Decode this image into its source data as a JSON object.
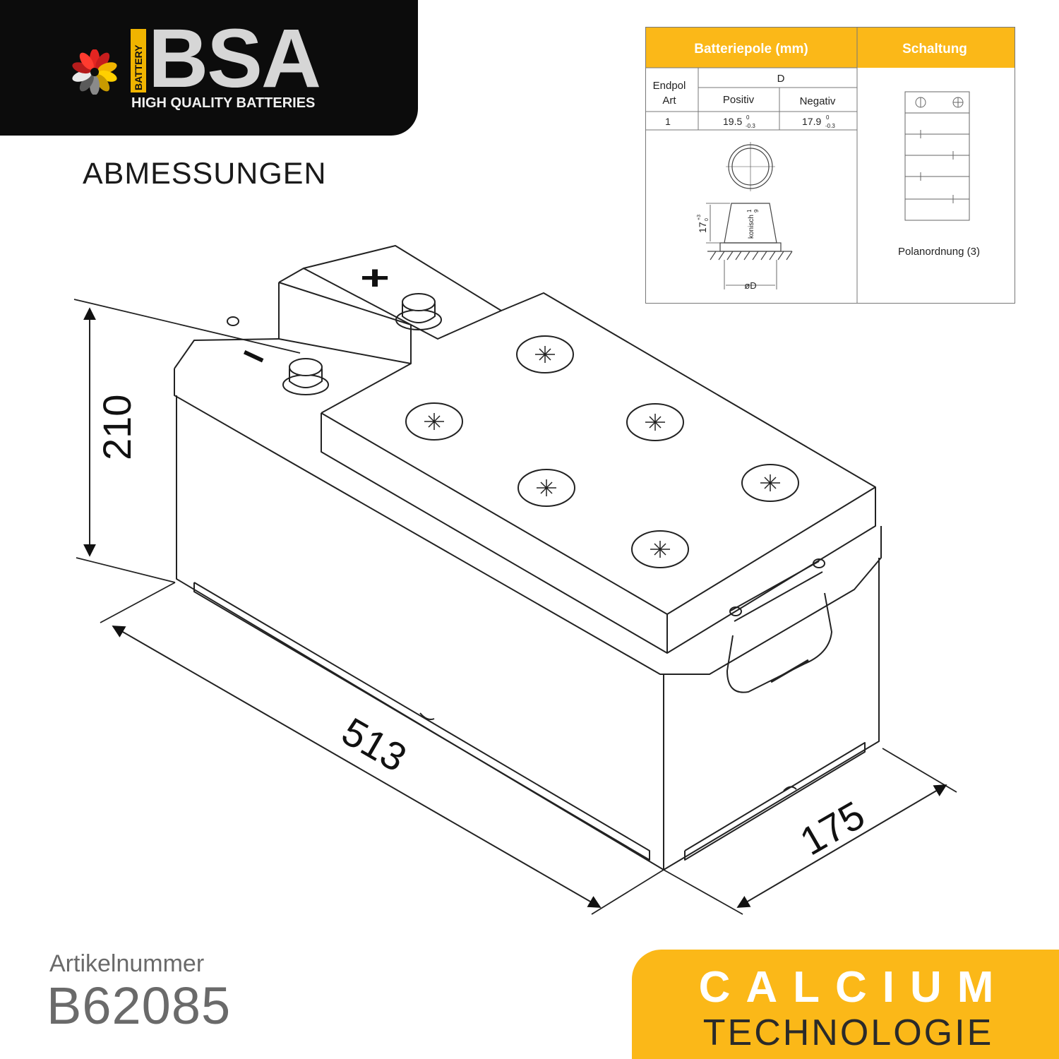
{
  "logo": {
    "vertical_text": "BATTERY",
    "brand": "BSA",
    "tagline": "HIGH QUALITY BATTERIES"
  },
  "heading": "ABMESSUNGEN",
  "dimensions": {
    "height": "210",
    "length": "513",
    "width": "175"
  },
  "terminals": {
    "positive_symbol": "+",
    "negative_symbol": "–"
  },
  "spec_table": {
    "header_left": "Batteriepole (mm)",
    "header_right": "Schaltung",
    "col_d": "D",
    "endpol_line1": "Endpol",
    "endpol_line2": "Art",
    "col_positiv": "Positiv",
    "col_negativ": "Negativ",
    "row_type": "1",
    "positiv_value": "19.5",
    "positiv_sup": "0",
    "positiv_sub": "-0.3",
    "negativ_value": "17.9",
    "negativ_sup": "0",
    "negativ_sub": "-0.3",
    "pole_height": "17",
    "pole_height_sup": "+3",
    "pole_height_sub": "0",
    "konisch_label": "konisch",
    "konisch_ratio_top": "1",
    "konisch_ratio_bottom": "9",
    "diameter_label": "øD",
    "polanordnung": "Polanordnung (3)",
    "accent_color": "#fbb818"
  },
  "artikel": {
    "label": "Artikelnummer",
    "number": "B62085"
  },
  "badge": {
    "title": "CALCIUM",
    "subtitle": "TECHNOLOGIE",
    "color": "#fbb818"
  }
}
